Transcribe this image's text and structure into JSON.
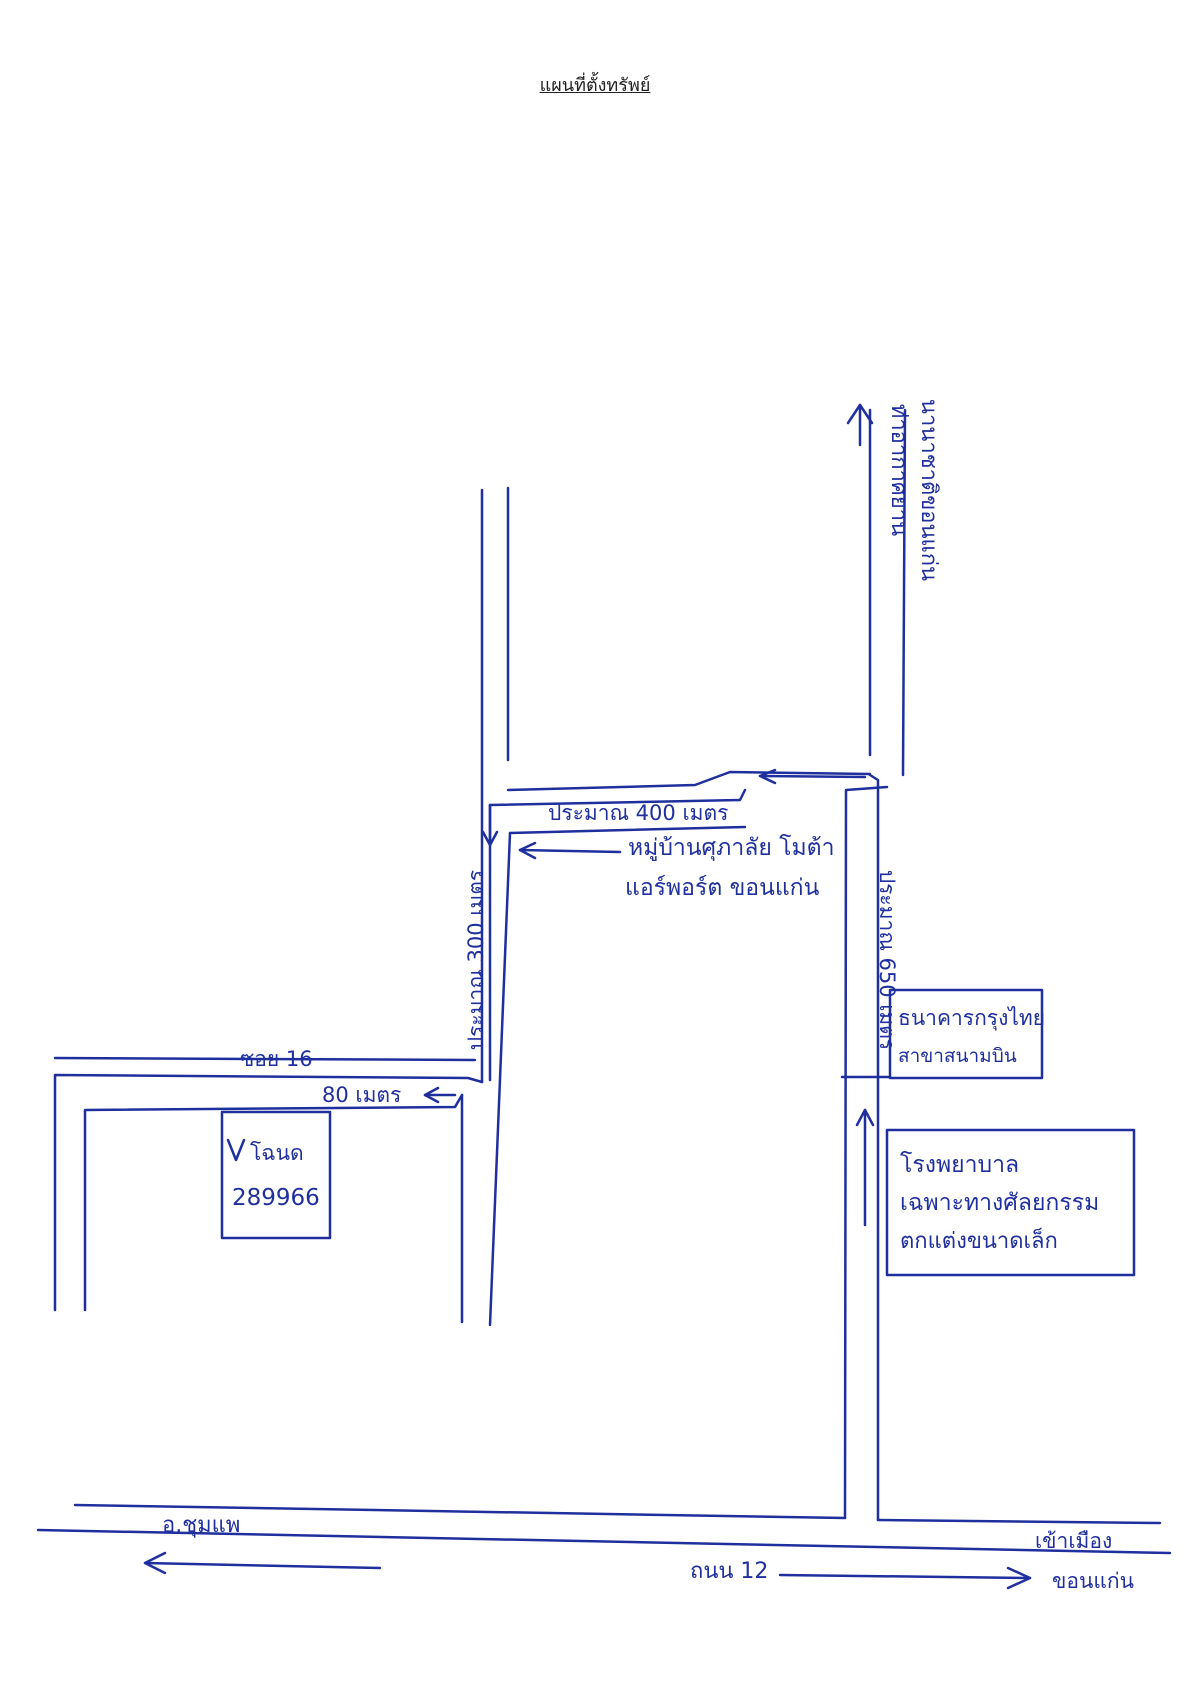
{
  "title": "แผนที่ตั้งทรัพย์",
  "ink_color": "#1f2f9e",
  "labels": {
    "to_north_line1": "ท่าอากาศยาน",
    "to_north_line2": "นานาชาติขอนแก่น",
    "dist_400": "ประมาณ 400 เมตร",
    "village_line1": "หมู่บ้านศุภาลัย โมต้า",
    "village_line2": "แอร์พอร์ต ขอนแก่น",
    "dist_300": "ประมาณ 300 เมตร",
    "dist_650": "ประมาณ 650 เมตร",
    "soi": "ซอย 16",
    "dist_80": "80 เมตร",
    "parcel_line1": "โฉนด",
    "parcel_line2": "289966",
    "bank_line1": "ธนาคารกรุงไทย",
    "bank_line2": "สาขาสนามบิน",
    "hosp_line1": "โรงพยาบาล",
    "hosp_line2": "เฉพาะทางศัลยกรรม",
    "hosp_line3": "ตกแต่งขนาดเล็ก",
    "district": "อ.ชุมแพ",
    "highway": "ถนน 12",
    "to_city_line1": "เข้าเมือง",
    "to_city_line2": "ขอนแก่น"
  }
}
